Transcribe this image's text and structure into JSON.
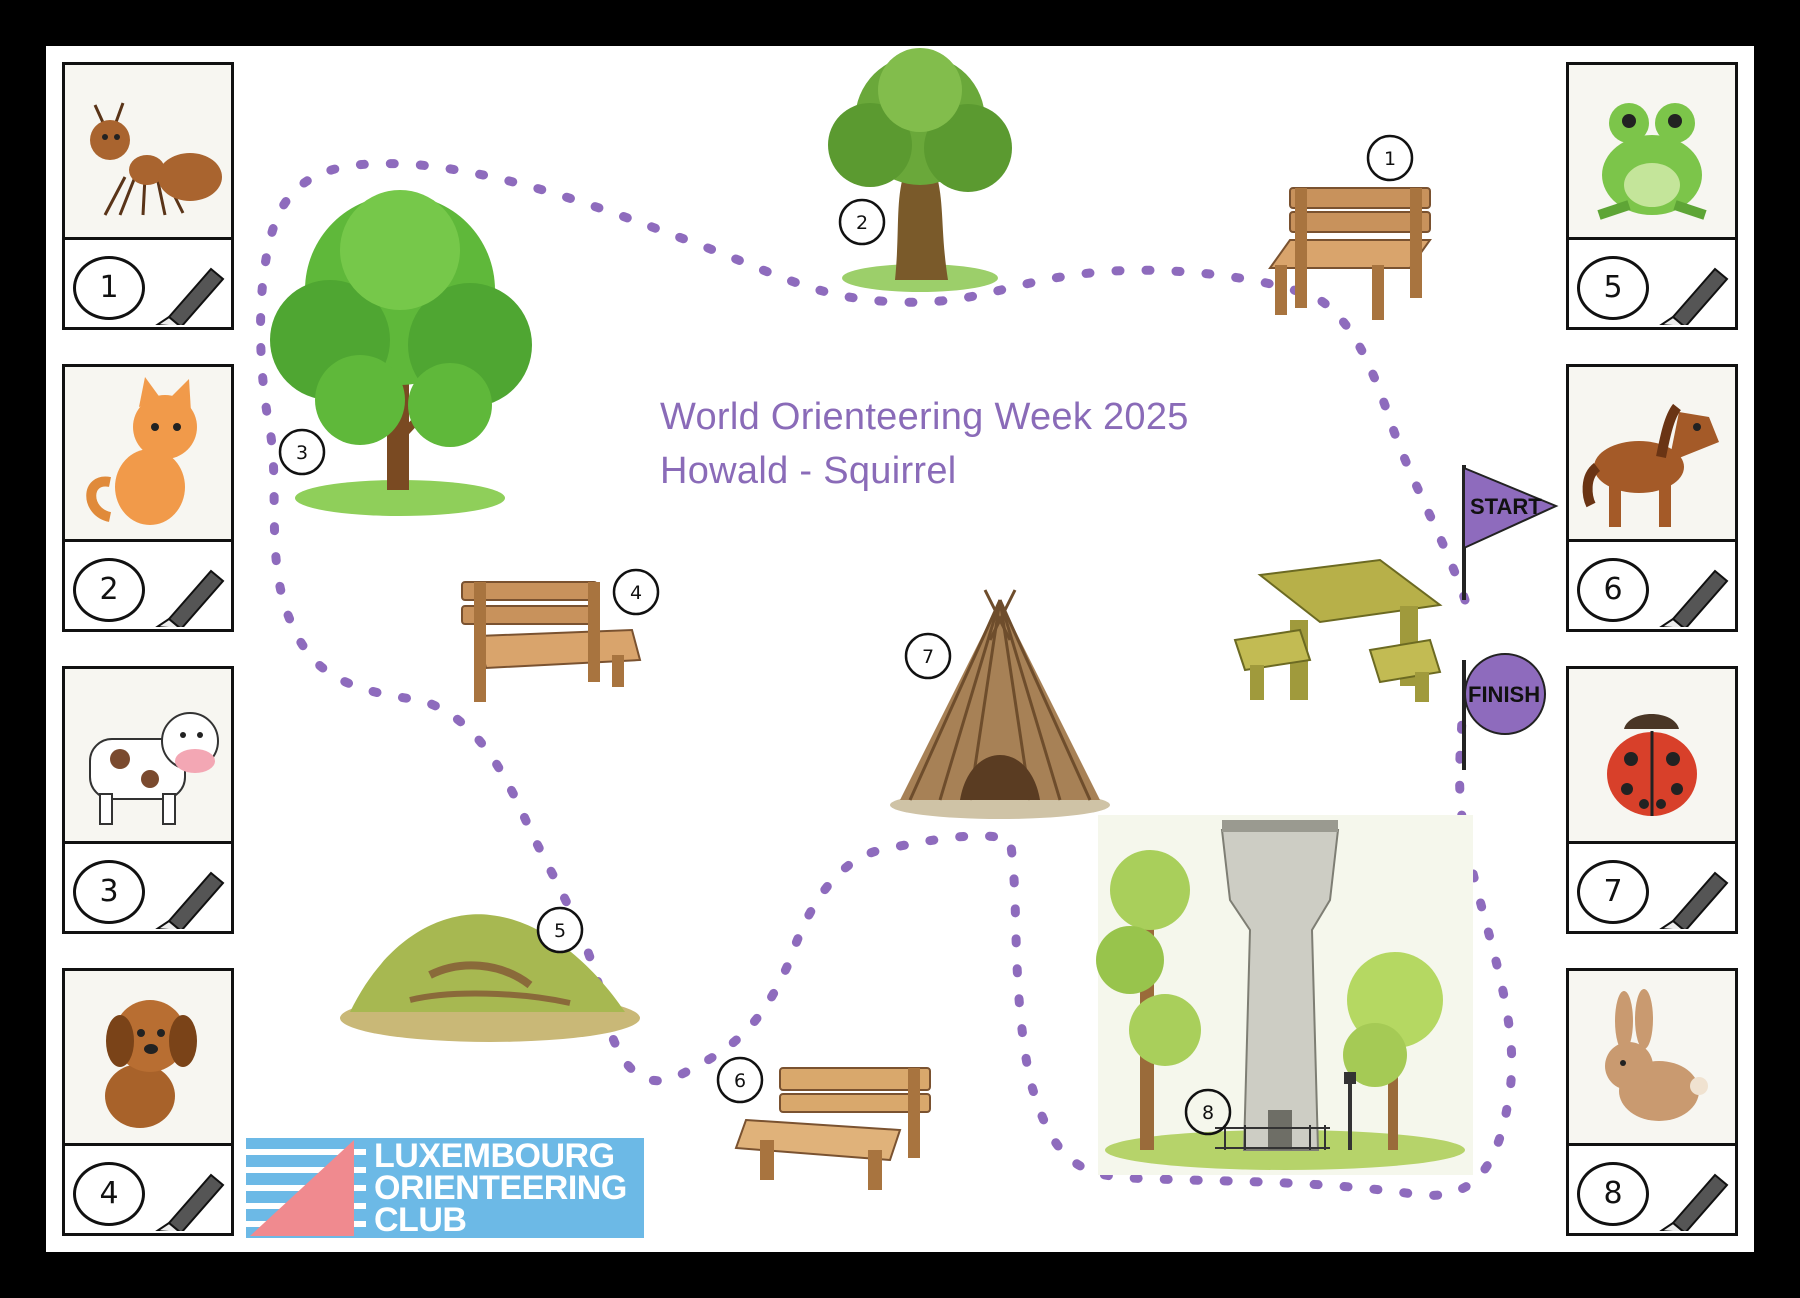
{
  "title": {
    "line1": "World Orienteering Week 2025",
    "line2": "Howald - Squirrel"
  },
  "flags": {
    "start": "START",
    "finish": "FINISH",
    "color": "#8e6bbd"
  },
  "route_color": "#8e6bbd",
  "controls": [
    {
      "number": "1",
      "feature": "bench-icon"
    },
    {
      "number": "2",
      "feature": "oak-tree-icon"
    },
    {
      "number": "3",
      "feature": "tree-icon"
    },
    {
      "number": "4",
      "feature": "bench-icon"
    },
    {
      "number": "5",
      "feature": "anthill-icon"
    },
    {
      "number": "6",
      "feature": "bench-icon"
    },
    {
      "number": "7",
      "feature": "stick-shelter-icon"
    },
    {
      "number": "8",
      "feature": "water-tower-icon"
    }
  ],
  "cards_left": [
    {
      "number": "1",
      "animal": "ant-icon"
    },
    {
      "number": "2",
      "animal": "cat-icon"
    },
    {
      "number": "3",
      "animal": "cow-icon"
    },
    {
      "number": "4",
      "animal": "dog-icon"
    }
  ],
  "cards_right": [
    {
      "number": "5",
      "animal": "frog-icon"
    },
    {
      "number": "6",
      "animal": "horse-icon"
    },
    {
      "number": "7",
      "animal": "ladybug-icon"
    },
    {
      "number": "8",
      "animal": "rabbit-icon"
    }
  ],
  "logo": {
    "line1": "LUXEMBOURG",
    "line2": "ORIENTEERING",
    "line3": "CLUB",
    "bg_color": "#6cb9e6",
    "triangle_color": "#f08a8f"
  }
}
